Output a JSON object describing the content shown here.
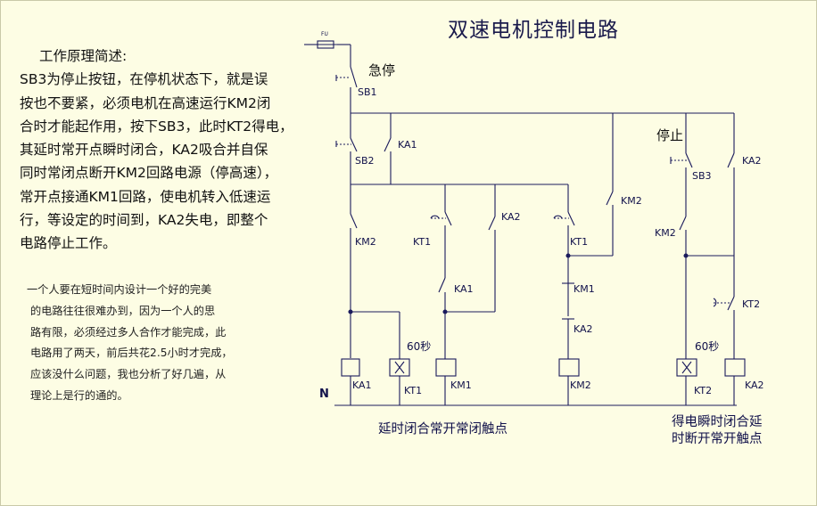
{
  "title": "双速电机控制电路",
  "description": {
    "heading": "工作原理简述:",
    "lines": [
      "SB3为停止按钮，在停机状态下，就是误",
      "按也不要紧，必须电机在高速运行KM2闭",
      "合时才能起作用，按下SB3，此时KT2得电，",
      "其延时常开点瞬时闭合，KA2吸合并自保",
      "同时常闭点断开KM2回路电源（停高速），",
      "常开点接通KM1回路，使电机转入低速运",
      "行，等设定的时间到，KA2失电，即整个",
      "电路停止工作。"
    ]
  },
  "note": {
    "lines": [
      "一个人要在短时间内设计一个好的完美",
      "的电路往往很难办到，因为一个人的思",
      "路有限，必须经过多人合作才能完成，此",
      "电路用了两天，前后共花2.5小时才完成，",
      "应该没什么问题，我也分析了好几遍，从",
      "理论上是行的通的。"
    ]
  },
  "diagram": {
    "fuse_label": "FU",
    "neutral_label": "N",
    "emergency_label": "急停",
    "stop_label": "停止",
    "timer_caption_1": "60秒",
    "timer_caption_2": "60秒",
    "contacts": {
      "sb1": "SB1",
      "sb2": "SB2",
      "ka1": "KA1",
      "km2_a": "KM2",
      "kt1_a": "KT1",
      "ka1_b": "KA1",
      "ka2_a": "KA2",
      "kt1_b": "KT1",
      "km2_b": "KM2",
      "km1": "KM1",
      "ka2_b": "KA2",
      "sb3": "SB3",
      "km2_c": "KM2",
      "ka2_c": "KA2",
      "kt2": "KT2"
    },
    "coils": [
      "KA1",
      "KT1",
      "KM1",
      "KM2",
      "KT2",
      "KA2"
    ],
    "caption_left": "延时闭合常开常闭触点",
    "caption_right_line1": "得电瞬时闭合延",
    "caption_right_line2": "时断开常开触点"
  },
  "colors": {
    "background": "#fdfde4",
    "wire": "#1a1a5c",
    "text": "#111111"
  }
}
